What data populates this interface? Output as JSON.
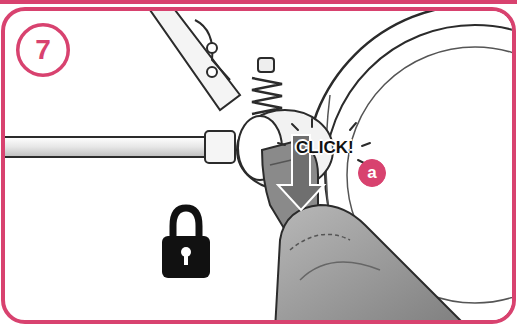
{
  "diagram": {
    "nodes": [
      {
        "text": [
          "7"
        ]
      },
      {
        "text": [
          "a"
        ]
      }
    ],
    "labels": [
      "CLICK!"
    ]
  }
}
